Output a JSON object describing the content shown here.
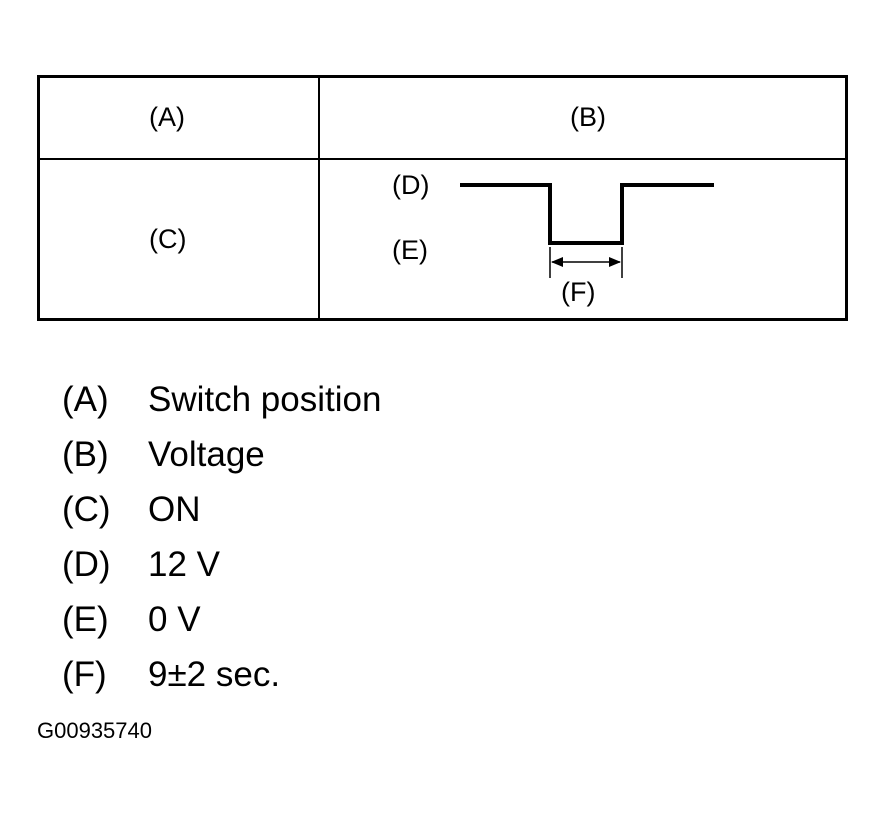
{
  "table": {
    "header_left": "(A)",
    "header_right": "(B)",
    "row_label": "(C)",
    "waveform": {
      "high_label": "(D)",
      "low_label": "(E)",
      "duration_label": "(F)"
    }
  },
  "legend": [
    {
      "key": "(A)",
      "value": "Switch position"
    },
    {
      "key": "(B)",
      "value": "Voltage"
    },
    {
      "key": "(C)",
      "value": "ON"
    },
    {
      "key": "(D)",
      "value": "12 V"
    },
    {
      "key": "(E)",
      "value": "0 V"
    },
    {
      "key": "(F)",
      "value": "9±2 sec."
    }
  ],
  "figure_id": "G00935740"
}
